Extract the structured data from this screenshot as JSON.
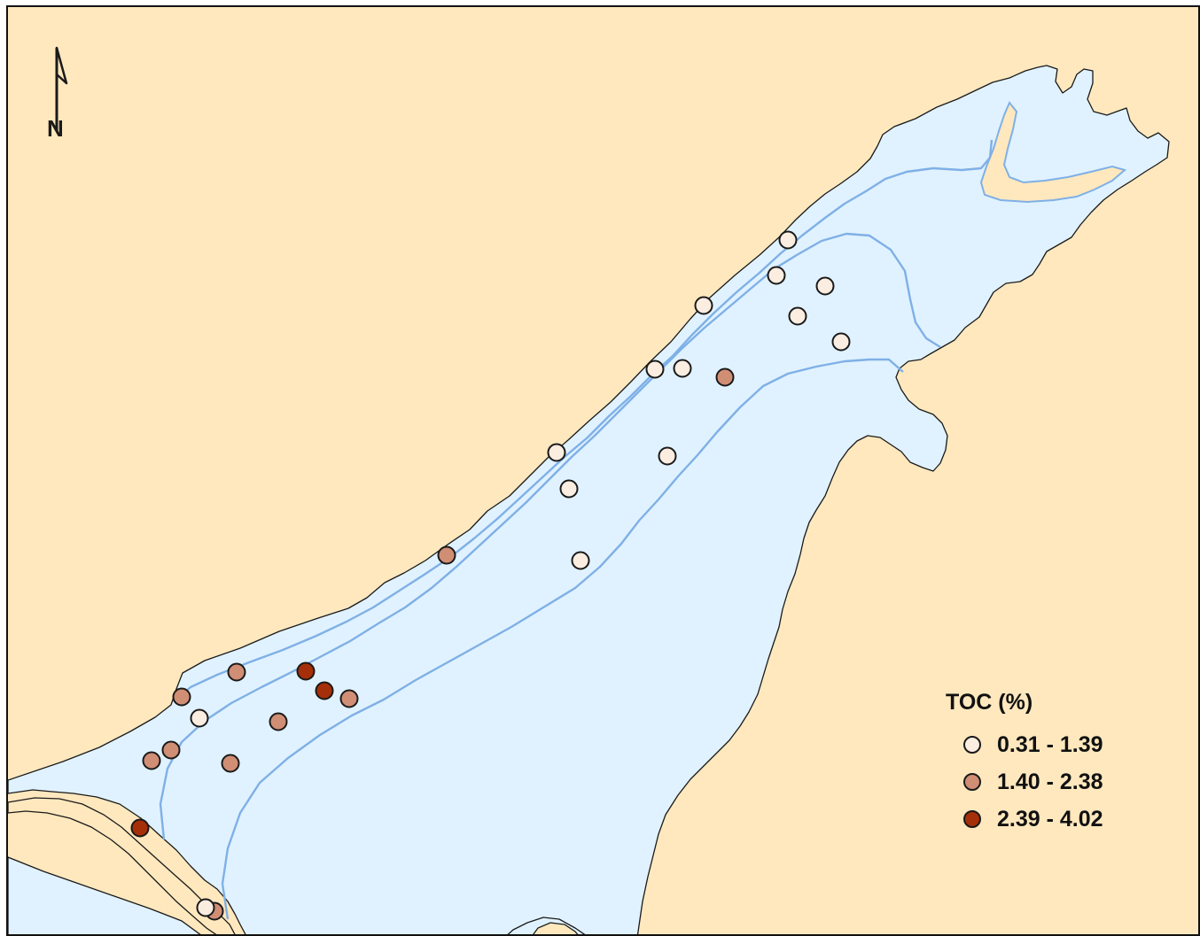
{
  "map": {
    "north_arrow_label": "N",
    "colors": {
      "land": "#FFE8BE",
      "water": "#E0F2FF",
      "coast": "#1a1a1a",
      "isobath": "#7FB0E6",
      "station_outline": "#1a1a1a"
    },
    "icons": {
      "north_arrow": "north-arrow-icon",
      "station": "station-marker-icon"
    }
  },
  "legend": {
    "title": "TOC (%)",
    "classes": [
      {
        "label": "0.31 - 1.39",
        "color": "#FCEDE1"
      },
      {
        "label": "1.40 - 2.38",
        "color": "#D08E75"
      },
      {
        "label": "2.39 - 4.02",
        "color": "#A52F08"
      }
    ]
  }
}
